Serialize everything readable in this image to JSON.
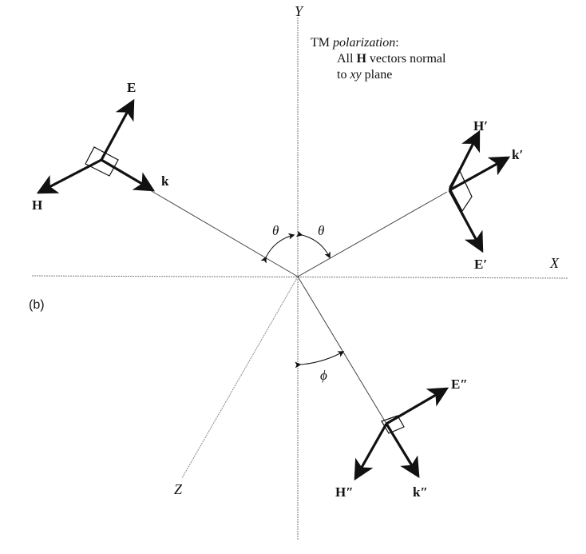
{
  "axes": {
    "x_label": "X",
    "y_label": "Y",
    "z_label": "Z"
  },
  "caption": {
    "line1_prefix": "TM ",
    "line1_italic": "polarization",
    "line1_suffix": ":",
    "line2_prefix": "All ",
    "line2_bold": "H",
    "line2_suffix": " vectors normal",
    "line3_prefix": "to ",
    "line3_italic": "xy",
    "line3_suffix": " plane"
  },
  "panel_label": "(b)",
  "incident": {
    "E": "E",
    "H": "H",
    "k": "k"
  },
  "reflected": {
    "E": "E′",
    "H": "H′",
    "k": "k′"
  },
  "transmitted": {
    "E": "E″",
    "H": "H″",
    "k": "k″"
  },
  "angles": {
    "theta_left": "θ",
    "theta_right": "θ",
    "phi": "ϕ"
  }
}
